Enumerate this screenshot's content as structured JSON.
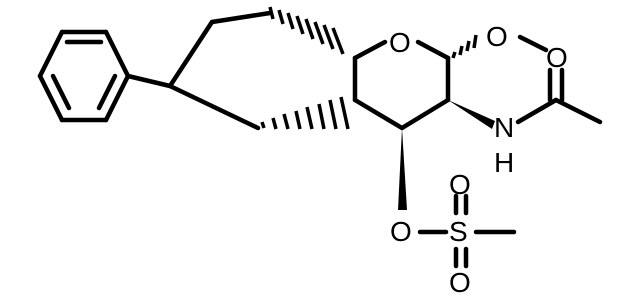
{
  "atoms": {
    "ring_oxygen": "O",
    "methoxy_oxygen": "O",
    "amide_nitrogen": "N",
    "amide_hydrogen": "H",
    "carbonyl_oxygen": "O",
    "mesyl_ester_oxygen": "O",
    "sulfur": "S",
    "sulfonyl_oxygen_top": "O",
    "sulfonyl_oxygen_bottom": "O"
  },
  "colors": {
    "ink": "#000000",
    "background": "#ffffff"
  }
}
